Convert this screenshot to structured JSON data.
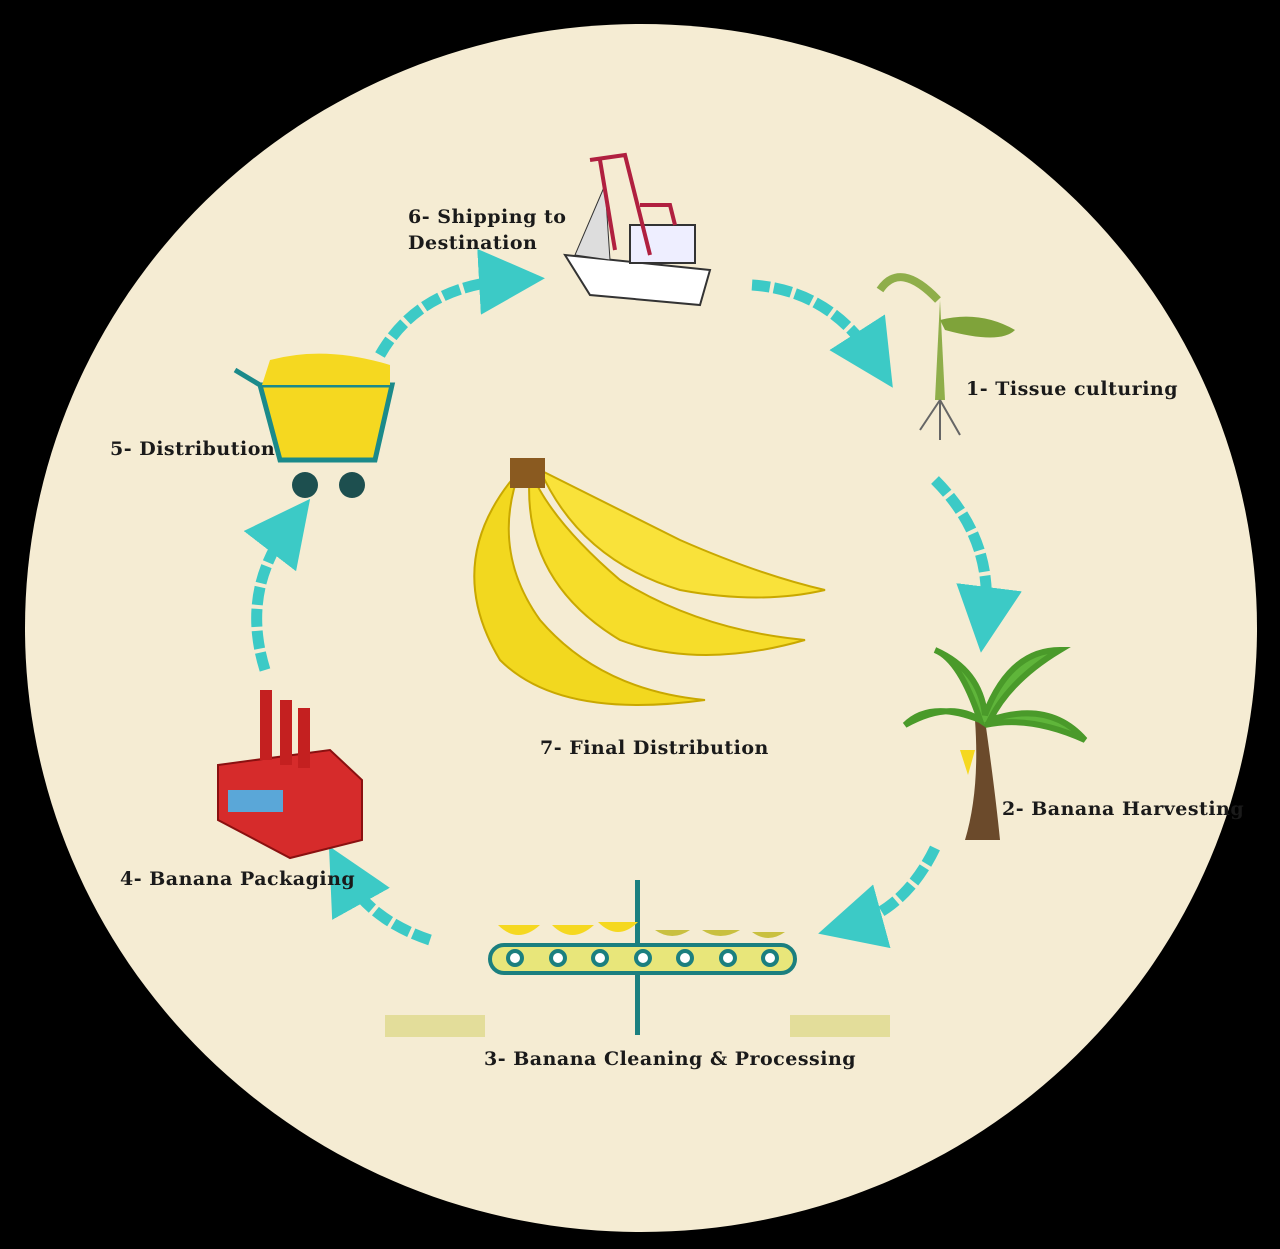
{
  "title": "Banana supply chain cycle",
  "colors": {
    "background": "#000000",
    "circle": "#f5ecd3",
    "arrow": "#3ccac6",
    "banana": "#f5d820"
  },
  "steps": [
    {
      "label": "1- Tissue culturing",
      "icon": "plant-seedling-icon"
    },
    {
      "label": "2- Banana Harvesting",
      "icon": "banana-tree-icon"
    },
    {
      "label": "3- Banana Cleaning & Processing",
      "icon": "conveyor-belt-icon"
    },
    {
      "label": "4- Banana Packaging",
      "icon": "factory-icon"
    },
    {
      "label": "5- Distribution",
      "icon": "shopping-cart-icon"
    },
    {
      "label_line1": "6- Shipping to",
      "label_line2": "Destination",
      "icon": "ship-icon"
    },
    {
      "label": "7- Final Distribution",
      "icon": "banana-bunch-icon"
    }
  ]
}
